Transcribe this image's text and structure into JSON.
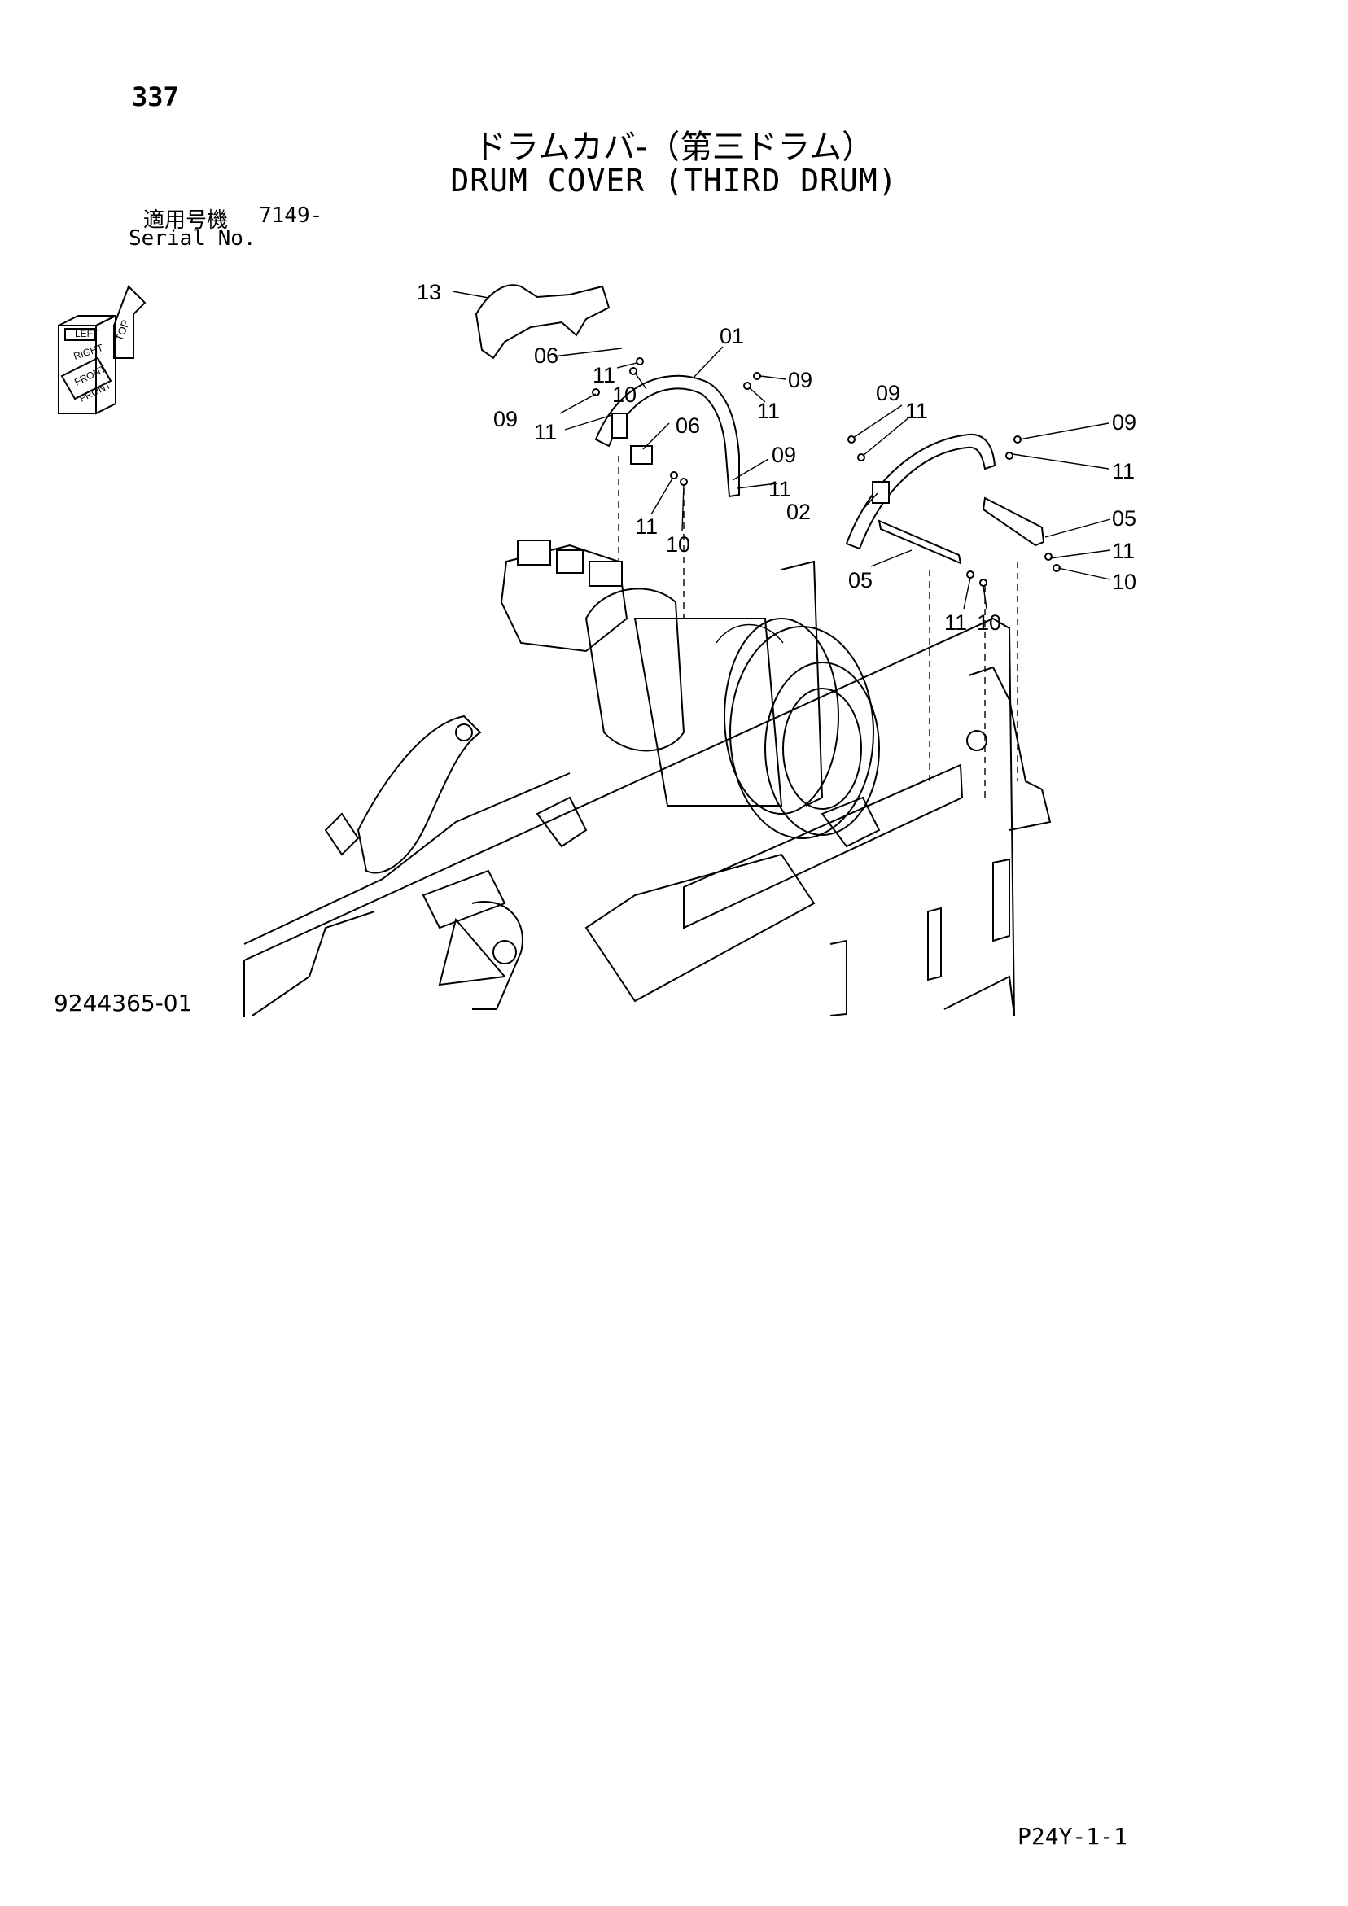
{
  "header": {
    "page_number": "337",
    "title_jp": "ドラムカバ-（第三ドラム）",
    "title_en": "DRUM COVER (THIRD DRUM)",
    "serial_label_jp": "適用号機",
    "serial_value": "7149-",
    "serial_label_en": "Serial No."
  },
  "orientation_box": {
    "labels": [
      "TOP",
      "LEFT",
      "RIGHT",
      "FRONT",
      "FRONT"
    ]
  },
  "callouts": [
    "13",
    "06",
    "11",
    "10",
    "01",
    "09",
    "11",
    "09",
    "11",
    "06",
    "09",
    "11",
    "11",
    "10",
    "09",
    "11",
    "09",
    "11",
    "05",
    "11",
    "10",
    "02",
    "05",
    "11",
    "10"
  ],
  "footer": {
    "drawing_number": "9244365-01",
    "sheet_code": "P24Y-1-1"
  }
}
